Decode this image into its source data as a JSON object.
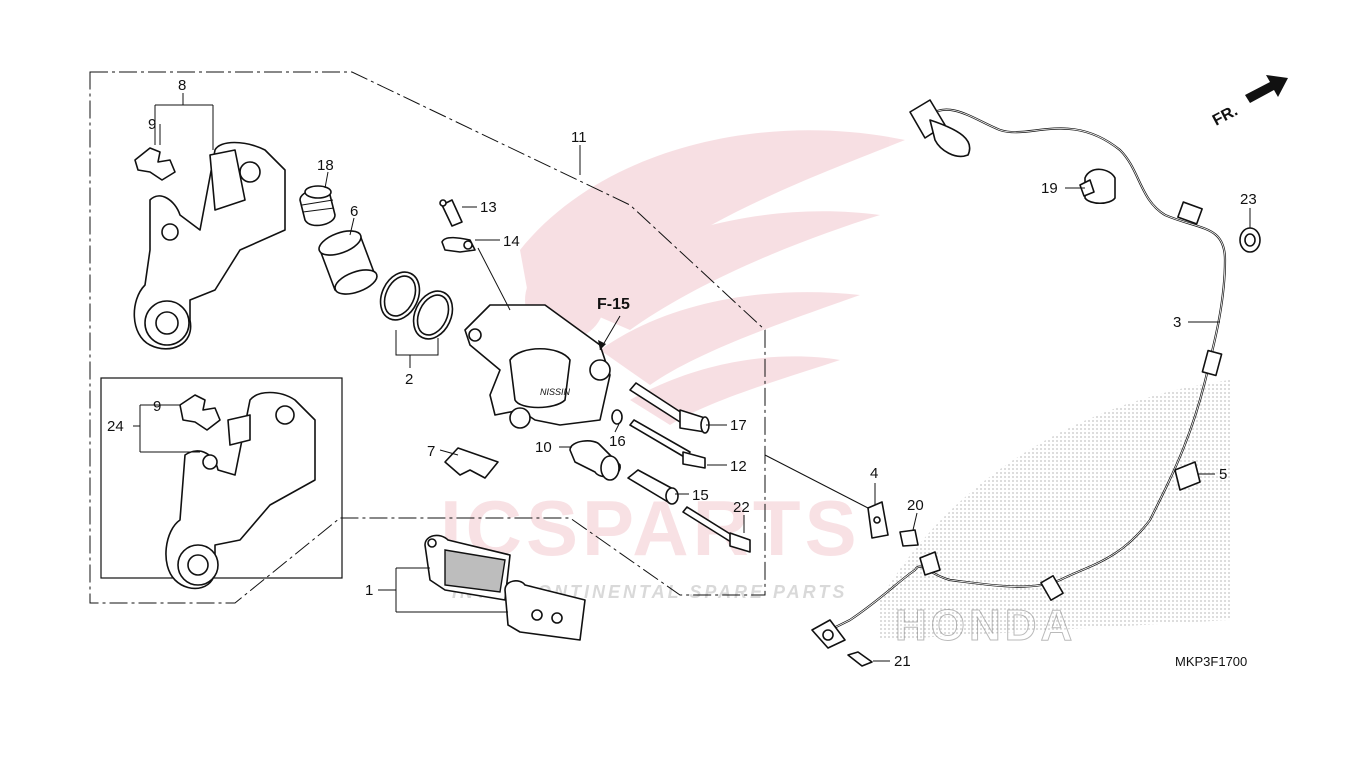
{
  "watermark": {
    "brand": "ICSPARTS",
    "tagline": "INTERCONTINENTAL SPARE PARTS",
    "maker": "HONDA",
    "brand_color": "#c8102e"
  },
  "diagram_code": "MKP3F1700",
  "direction_label": "FR.",
  "ref_label": "F-15",
  "callouts": {
    "c1": "1",
    "c2": "2",
    "c3": "3",
    "c4": "4",
    "c5": "5",
    "c6": "6",
    "c7": "7",
    "c8": "8",
    "c9a": "9",
    "c9b": "9",
    "c10": "10",
    "c11": "11",
    "c12": "12",
    "c13": "13",
    "c14": "14",
    "c15": "15",
    "c16": "16",
    "c17": "17",
    "c18": "18",
    "c19": "19",
    "c20": "20",
    "c21": "21",
    "c22": "22",
    "c23": "23",
    "c24": "24"
  }
}
